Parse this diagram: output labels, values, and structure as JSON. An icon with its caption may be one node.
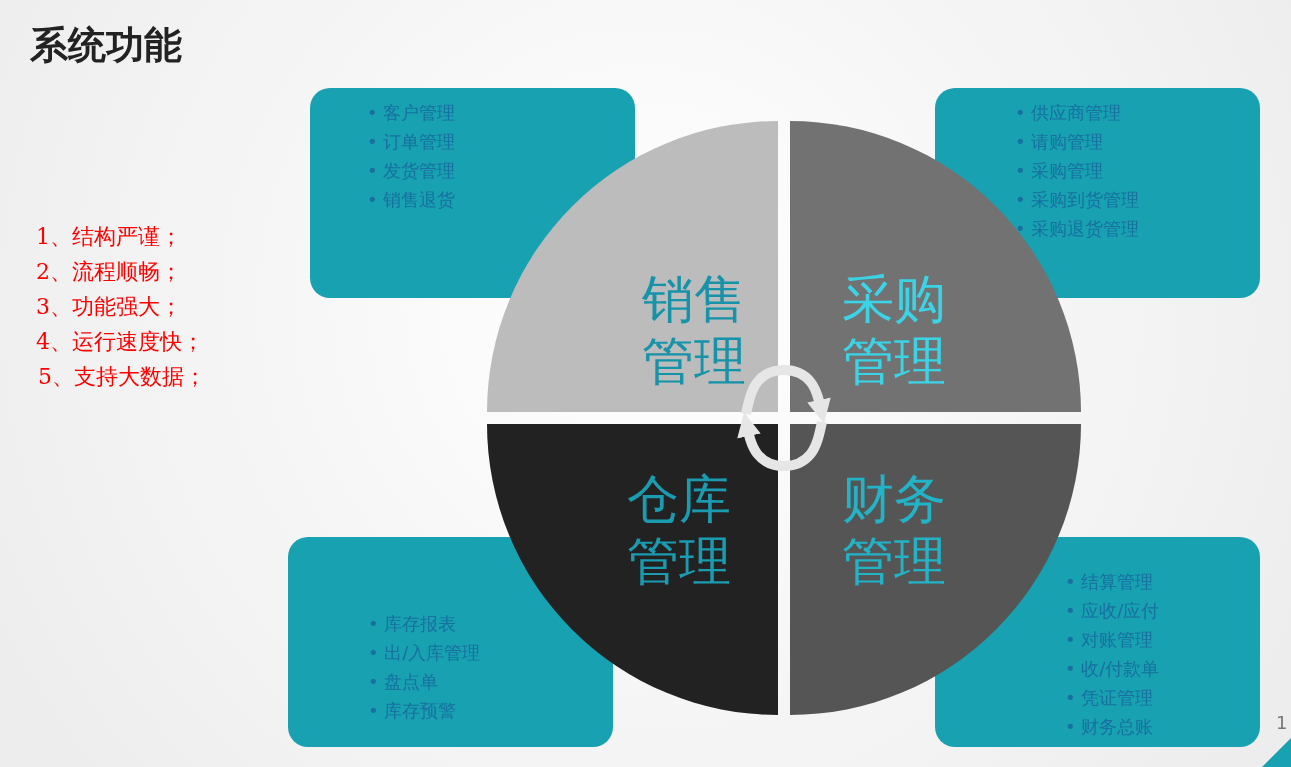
{
  "diagram": {
    "title": "系统功能",
    "nodes": [
      {
        "text": [
          "• 客户管理",
          "• 订单管理",
          "• 发货管理",
          "• 销售退货"
        ]
      },
      {
        "text": [
          "• 供应商管理",
          "• 请购管理",
          "• 采购管理",
          "• 采购到货管理",
          "• 采购退货管理"
        ]
      },
      {
        "text": [
          "销售管理"
        ]
      },
      {
        "text": [
          "采购管理"
        ]
      },
      {
        "text": [
          "仓库管理"
        ]
      },
      {
        "text": [
          "财务管理"
        ]
      },
      {
        "text": [
          "• 库存报表",
          "• 出/入库管理",
          "• 盘点单",
          "• 库存预警"
        ]
      },
      {
        "text": [
          "• 结算管理",
          "• 应收/应付",
          "• 对账管理",
          "• 收/付款单",
          "• 凭证管理",
          "• 财务总账"
        ]
      }
    ],
    "edges": [
      {
        "from": 2,
        "to": 3,
        "arrow": "to"
      },
      {
        "from": 5,
        "to": 4,
        "arrow": "to"
      }
    ],
    "labels": [
      "1、结构严谨；",
      "2、流程顺畅；",
      "3、功能强大；",
      "4、运行速度快；",
      "5、支持大数据；",
      "1"
    ]
  }
}
